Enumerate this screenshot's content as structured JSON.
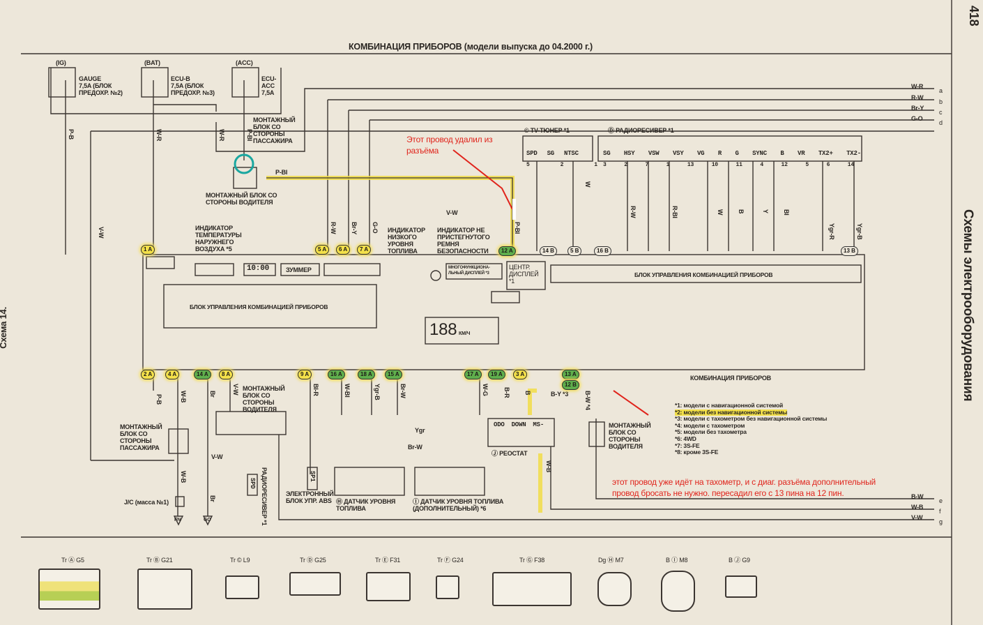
{
  "page": {
    "title": "КОМБИНАЦИЯ ПРИБОРОВ (модели выпуска до 04.2000 г.)",
    "page_number": "418",
    "section_title": "Схемы электрооборудования",
    "scheme_label": "Схема 14."
  },
  "fuses": [
    {
      "source": "(IG)",
      "label": "GAUGE\n7,5A (БЛОК\nПРЕДОХР. №2)",
      "l1": "GAUGE",
      "l2": "7,5A (БЛОК",
      "l3": "ПРЕДОХР. №2)"
    },
    {
      "source": "(BAT)",
      "l1": "ECU-B",
      "l2": "7,5A (БЛОК",
      "l3": "ПРЕДОХР. №3)"
    },
    {
      "source": "(ACC)",
      "l1": "ECU-",
      "l2": "ACC",
      "l3": "7,5A"
    }
  ],
  "junction_blocks": {
    "passenger_top": [
      "МОНТАЖНЫЙ",
      "БЛОК СО",
      "СТОРОНЫ",
      "ПАССАЖИРА"
    ],
    "driver_top": [
      "МОНТАЖНЫЙ БЛОК СО",
      "СТОРОНЫ ВОДИТЕЛЯ"
    ],
    "passenger_bottom": [
      "МОНТАЖНЫЙ",
      "БЛОК СО",
      "СТОРОНЫ",
      "ПАССАЖИРА"
    ],
    "driver_mid": [
      "МОНТАЖНЫЙ",
      "БЛОК СО",
      "СТОРОНЫ",
      "ВОДИТЕЛЯ"
    ],
    "driver_right": [
      "МОНТАЖНЫЙ",
      "БЛОК СО",
      "СТОРОНЫ",
      "ВОДИТЕЛЯ"
    ]
  },
  "components": {
    "tv_tuner": "© TV-ТЮНЕР *1",
    "tv_pins": [
      "SPD",
      "SG",
      "NTSC"
    ],
    "tv_pin_nums": [
      "5",
      "2",
      "1"
    ],
    "radio": "Ⓓ РАДИОРЕСИВЕР *1",
    "radio_pins": [
      "SG",
      "HSY",
      "VSW",
      "VSY",
      "VG",
      "R",
      "G",
      "SYNC",
      "B",
      "VR",
      "TX2+",
      "TX2-"
    ],
    "radio_pin_nums": [
      "3",
      "2",
      "7",
      "1",
      "13",
      "10",
      "11",
      "4",
      "12",
      "5",
      "6",
      "14"
    ],
    "control_unit": "БЛОК УПРАВЛЕНИЯ КОМБИНАЦИЕЙ ПРИБОРОВ",
    "control_unit_right": "БЛОК УПРАВЛЕНИЯ КОМБИНАЦИЕЙ ПРИБОРОВ",
    "clock": "10:00",
    "buzzer": "ЗУММЕР",
    "speedo": "188",
    "speed_unit": "КМ/Ч",
    "multi_display": [
      "МНОГОФУНКЦИОНА-",
      "ЛЬНЫЙ ДИСПЛЕЙ *3"
    ],
    "center_display": [
      "ЦЕНТР.",
      "ДИСПЛЕЙ",
      "*1"
    ],
    "ind_temp": [
      "ИНДИКАТОР",
      "ТЕМПЕРАТУРЫ",
      "НАРУЖНЕГО",
      "ВОЗДУХА *5"
    ],
    "ind_fuel": [
      "ИНДИКАТОР",
      "НИЗКОГО",
      "УРОВНЯ",
      "ТОПЛИВА"
    ],
    "ind_belt": [
      "ИНДИКАТОР НЕ",
      "ПРИСТЕГНУТОГО",
      "РЕМНЯ",
      "БЕЗОПАСНОСТИ"
    ],
    "combination": "КОМБИНАЦИЯ ПРИБОРОВ",
    "rheostat": "Ⓙ РЕОСТАТ",
    "rheostat_pins": [
      "ODO",
      "DOWN",
      "MS-"
    ],
    "abs": [
      "ЭЛЕКТРОННЫЙ",
      "БЛОК УПР. ABS"
    ],
    "fuel_sensor": [
      "Ⓗ ДАТЧИК УРОВНЯ",
      "ТОПЛИВА"
    ],
    "fuel_sensor_aux": [
      "Ⓘ ДАТЧИК УРОВНЯ ТОПЛИВА",
      "(ДОПОЛНИТЕЛЬНЫЙ) *6"
    ],
    "radio_bottom": "РАДИОРЕСИВЕР *1",
    "jc": "J/C (масса №1)",
    "spd": "SPD",
    "sp1": "SP1",
    "grounds": [
      "FN",
      "GO"
    ]
  },
  "wires_right": [
    {
      "color": "W-R",
      "end": "a"
    },
    {
      "color": "R-W",
      "end": "b"
    },
    {
      "color": "Br-Y",
      "end": "c"
    },
    {
      "color": "G-O",
      "end": "d"
    },
    {
      "color": "B-W",
      "end": "e"
    },
    {
      "color": "W-B",
      "end": "f"
    },
    {
      "color": "V-W",
      "end": "g"
    }
  ],
  "wire_labels": [
    "P-B",
    "W-R",
    "W-R",
    "P-BI",
    "P-BI",
    "V-W",
    "R-W",
    "Br-Y",
    "G-O",
    "P-BI",
    "V-W",
    "P-B",
    "W-B",
    "Br",
    "V-W",
    "BI-R",
    "W-BI",
    "Ygr-B",
    "Br-W",
    "W-G",
    "B-R",
    "B",
    "B-Y *3",
    "B-W *4",
    "W-B",
    "Ygr",
    "Br-W",
    "V-W",
    "W-B",
    "Br",
    "Ygr-R",
    "Ygr-B",
    "R-W",
    "R-BI",
    "W",
    "B",
    "Y",
    "BI",
    "W"
  ],
  "pins_top": [
    "1 A",
    "5 A",
    "6 A",
    "7 A",
    "12 A",
    "14 B",
    "5 B",
    "16 B",
    "13 B"
  ],
  "pins_bottom": [
    "2 A",
    "4 A",
    "14 A",
    "8 A",
    "9 A",
    "16 A",
    "18 A",
    "15 A",
    "17 A",
    "19 A",
    "3 A",
    "13 A",
    "12 B"
  ],
  "notes": [
    "*1: модели с навигационной системой",
    "*2: модели без навигационной системы",
    "*3: модели с тахометром без навигационной системы",
    "*4: модели с тахометром",
    "*5: модели без тахометра",
    "*6: 4WD",
    "*7: 3S-FE",
    "*8: кроме 3S-FE"
  ],
  "annotations": {
    "removed_wire": [
      "Этот провод удалил из",
      "разъёма"
    ],
    "tacho_note": [
      "этот провод уже идёт на тахометр, и с диаг. разъёма дополнительный",
      "провод бросать не нужно. пересадил его с 13 пина на 12 пин."
    ]
  },
  "connectors": [
    {
      "label": "Tr Ⓐ G5"
    },
    {
      "label": "Tr Ⓑ G21"
    },
    {
      "label": "Tr © L9"
    },
    {
      "label": "Tr Ⓓ G25"
    },
    {
      "label": "Tr Ⓔ F31"
    },
    {
      "label": "Tr Ⓕ G24"
    },
    {
      "label": "Tr Ⓖ F38"
    },
    {
      "label": "Dg Ⓗ M7"
    },
    {
      "label": "B Ⓘ M8"
    },
    {
      "label": "B Ⓙ G9"
    }
  ],
  "colors": {
    "paper": "#ede7da",
    "ink": "#2a2622",
    "highlight": "#f3e04a",
    "annotation": "#e0241c",
    "green_pin": "#3e9b3b",
    "teal_circle": "#1aa7a0"
  }
}
